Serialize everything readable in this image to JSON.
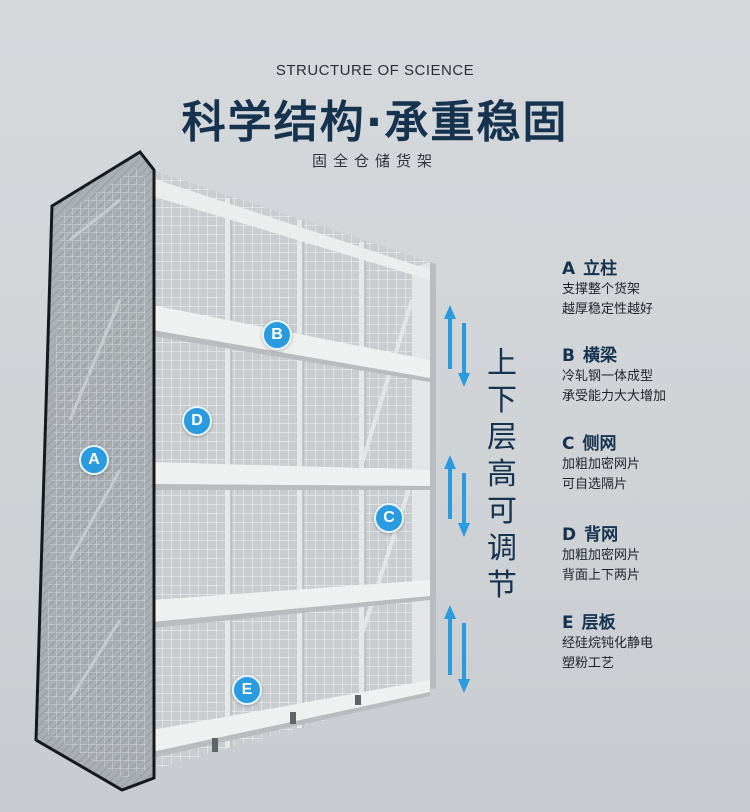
{
  "header": {
    "subtitle_en": "STRUCTURE OF SCIENCE",
    "title_cn": "科学结构·承重稳固",
    "caption_cn": "固全仓储货架"
  },
  "markers": {
    "a": "A",
    "b": "B",
    "c": "C",
    "d": "D",
    "e": "E"
  },
  "features": [
    {
      "letter": "A",
      "name": "立柱",
      "lines": [
        "支撑整个货架",
        "越厚稳定性越好"
      ]
    },
    {
      "letter": "B",
      "name": "横梁",
      "lines": [
        "冷轧钢一体成型",
        "承受能力大大增加"
      ]
    },
    {
      "letter": "C",
      "name": "侧网",
      "lines": [
        "加粗加密网片",
        "可自选隔片"
      ]
    },
    {
      "letter": "D",
      "name": "背网",
      "lines": [
        "加粗加密网片",
        "背面上下两片"
      ]
    },
    {
      "letter": "E",
      "name": "层板",
      "lines": [
        "经硅烷钝化静电",
        "塑粉工艺"
      ]
    }
  ],
  "adjust_label": "上下层高可调节",
  "colors": {
    "title": "#15324f",
    "accent_blue": "#2b9be0",
    "shelf_frame": "#e8e9ea",
    "background": "#d2d6d9"
  },
  "icons": {
    "marker": "circle-badge",
    "arrow": "up-down-arrow-icon"
  }
}
